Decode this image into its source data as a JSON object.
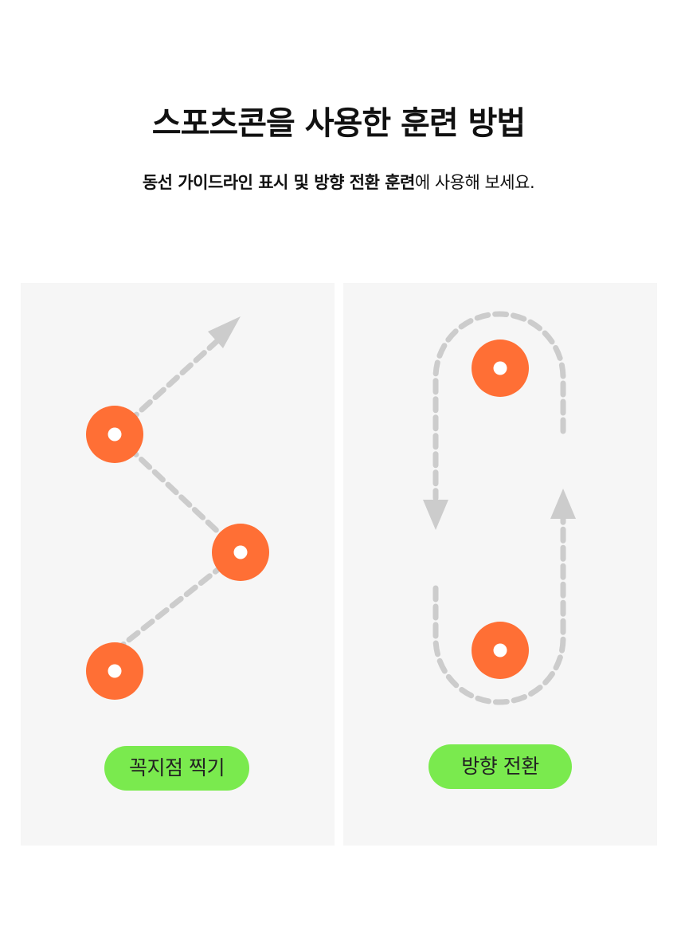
{
  "title": "스포츠콘을 사용한 훈련 방법",
  "subtitle": {
    "bold": "동선 가이드라인 표시 및 방향 전환 훈련",
    "rest": "에 사용해 보세요."
  },
  "panels": [
    {
      "label": "꼭지점 찍기",
      "icon": "zigzag-path-diagram"
    },
    {
      "label": "방향 전환",
      "icon": "loop-path-diagram"
    }
  ],
  "colors": {
    "cone": "#ff6f35",
    "path": "#cccccc",
    "label_bg": "#7aea4e",
    "panel_bg": "#f6f6f6"
  }
}
